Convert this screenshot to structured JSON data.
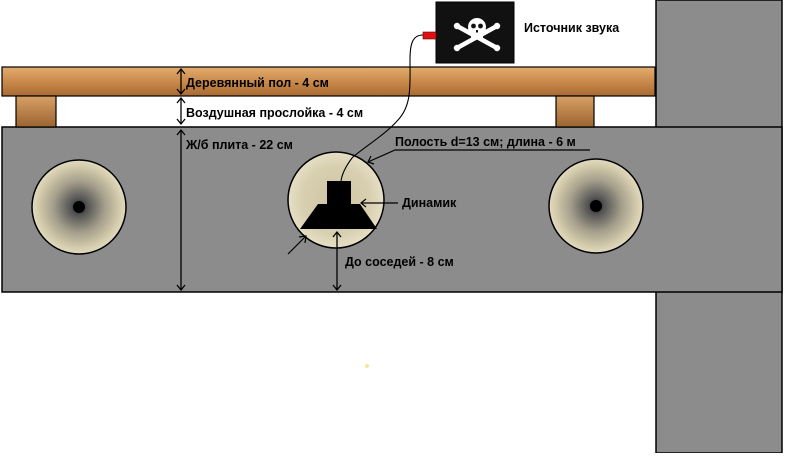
{
  "labels": {
    "source": "Источник звука",
    "floor": "Деревянный пол - 4 см",
    "air_gap": "Воздушная прослойка - 4 см",
    "slab": "Ж/б плита - 22 см",
    "cavity": "Полость d=13 см; длина - 6 м",
    "speaker": "Динамик",
    "neighbors": "До соседей - 8 см"
  },
  "colors": {
    "concrete": "#8c8c8c",
    "wood": "#c98a4c",
    "cavity": "#d8cfb0",
    "speaker": "#000000",
    "source_box": "#111111",
    "wire_red": "#e01010"
  },
  "icons": {
    "source": "skull-crossbones-icon",
    "speaker": "speaker-icon"
  }
}
